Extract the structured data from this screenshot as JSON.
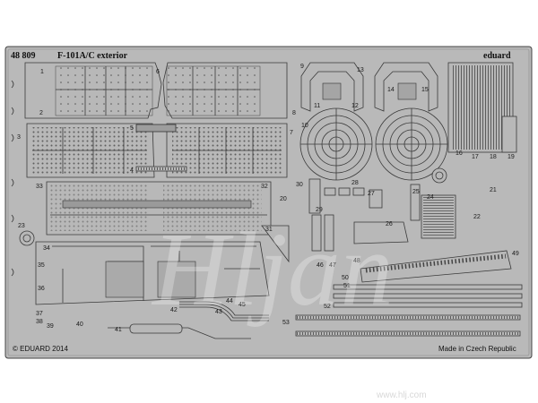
{
  "product": {
    "code": "48 809",
    "name": "F-101A/C exterior",
    "brand": "eduard"
  },
  "footer": {
    "copyright": "© EDUARD 2014",
    "origin": "Made in Czech Republic"
  },
  "watermark": {
    "text": "Hljan",
    "site": "www.hlj.com"
  },
  "part_numbers": [
    "1",
    "2",
    "3",
    "4",
    "5",
    "6",
    "7",
    "8",
    "9",
    "10",
    "11",
    "12",
    "13",
    "14",
    "15",
    "16",
    "17",
    "18",
    "19",
    "20",
    "21",
    "22",
    "23",
    "24",
    "25",
    "26",
    "27",
    "28",
    "29",
    "30",
    "31",
    "32",
    "33",
    "34",
    "35",
    "36",
    "37",
    "38",
    "39",
    "40",
    "41",
    "42",
    "43",
    "44",
    "45",
    "46",
    "47",
    "48",
    "49",
    "50",
    "51",
    "52",
    "53"
  ],
  "colors": {
    "fret": "#b9b9b9",
    "etch_line": "#3a3a3a",
    "background": "#ffffff"
  }
}
